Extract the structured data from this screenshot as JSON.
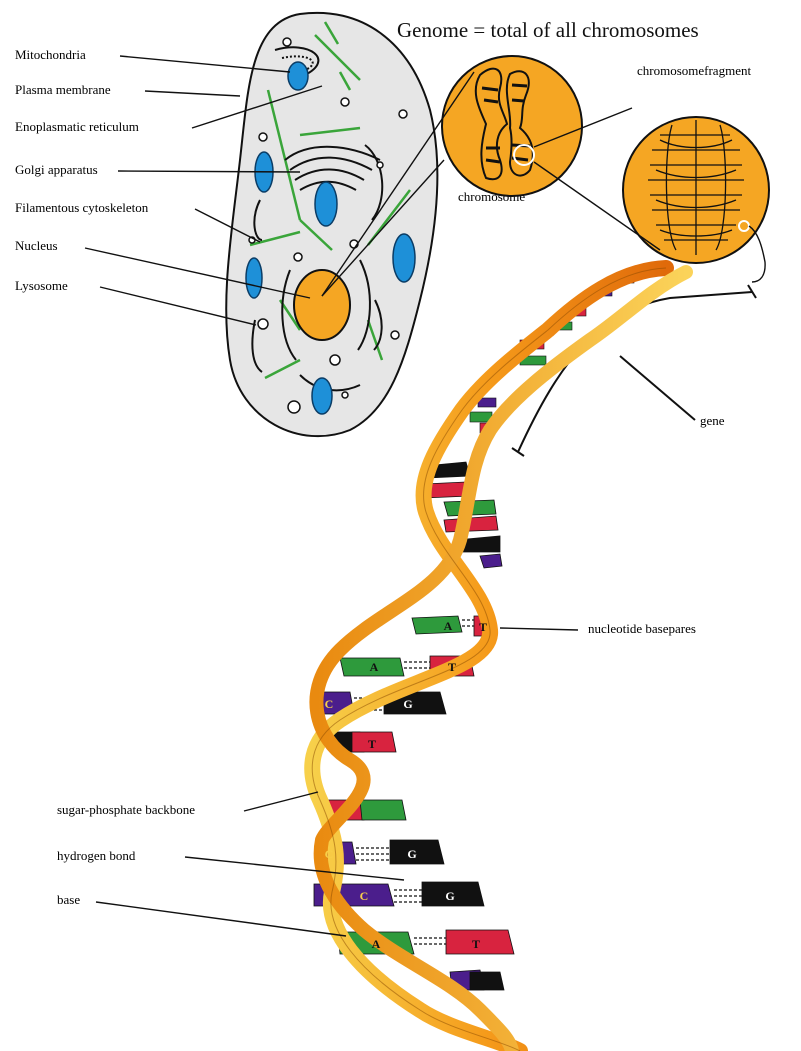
{
  "title": "Genome = total of all chromosomes",
  "cell_labels": {
    "mitochondria": "Mitochondria",
    "plasma_membrane": "Plasma membrane",
    "er": "Enoplasmatic reticulum",
    "golgi": "Golgi apparatus",
    "cytoskeleton": "Filamentous cytoskeleton",
    "nucleus": "Nucleus",
    "lysosome": "Lysosome"
  },
  "chromosome_label": "chromosome",
  "fragment_label": "chromosomefragment",
  "gene_label": "gene",
  "basepairs_label": "nucleotide basepares",
  "backbone_label": "sugar-phosphate backbone",
  "hbond_label": "hydrogen bond",
  "base_label": "base",
  "base_letters": [
    "A",
    "T",
    "A",
    "T",
    "C",
    "G",
    "T",
    "C",
    "G",
    "C",
    "G",
    "A",
    "T"
  ],
  "colors": {
    "orange": "#f5a623",
    "cell_fill": "#e6e6e6",
    "mito": "#1e90d8",
    "green_fiber": "#3aa53a",
    "A": "#2e9a3c",
    "T": "#d8233f",
    "C": "#4b1e8c",
    "G": "#111111"
  }
}
